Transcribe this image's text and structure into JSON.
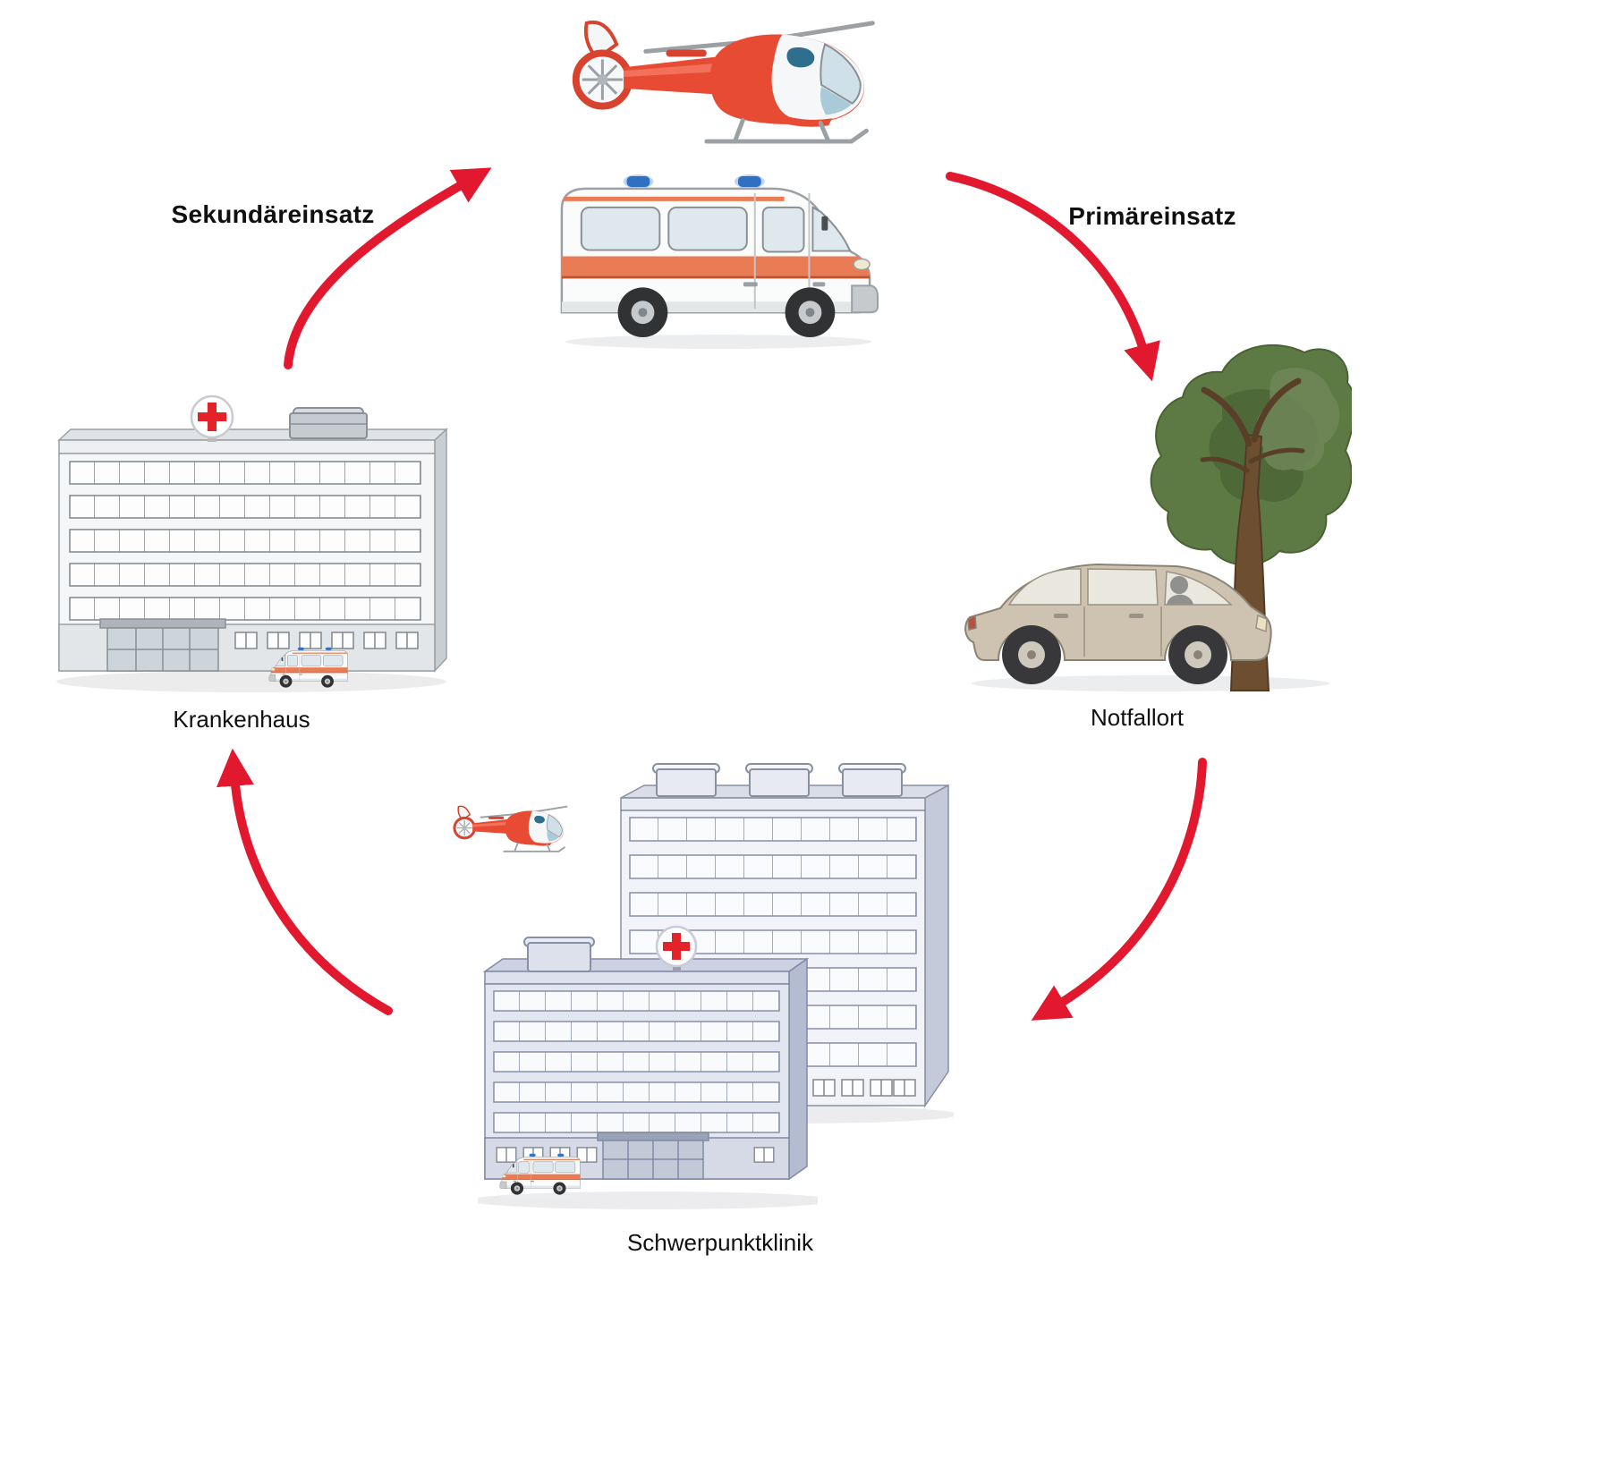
{
  "diagram": {
    "type": "cycle-diagram",
    "language": "de",
    "labels": {
      "secondary_mission": "Sekundäreinsatz",
      "primary_mission": "Primäreinsatz",
      "hospital": "Krankenhaus",
      "emergency_site": "Notfallort",
      "focus_clinic": "Schwerpunktklinik"
    },
    "nodes": [
      {
        "id": "rescue-vehicles",
        "icons": [
          "helicopter-icon",
          "ambulance-icon"
        ]
      },
      {
        "id": "emergency-site",
        "label_key": "emergency_site",
        "icons": [
          "car-crash-tree-icon"
        ]
      },
      {
        "id": "focus-clinic",
        "label_key": "focus_clinic",
        "icons": [
          "clinic-back-building-icon",
          "clinic-front-building-icon",
          "small-helicopter-icon",
          "small-ambulance-icon"
        ]
      },
      {
        "id": "hospital",
        "label_key": "hospital",
        "icons": [
          "hospital-building-icon",
          "small-ambulance-icon"
        ]
      }
    ],
    "edges": [
      {
        "from": "hospital",
        "to": "rescue-vehicles",
        "label_key": "secondary_mission"
      },
      {
        "from": "rescue-vehicles",
        "to": "emergency-site",
        "label_key": "primary_mission"
      },
      {
        "from": "emergency-site",
        "to": "focus-clinic"
      },
      {
        "from": "focus-clinic",
        "to": "hospital"
      }
    ],
    "colors": {
      "arrow_red": "#e2182f",
      "cross_red": "#e32229",
      "vehicle_red": "#e84b33",
      "ambulance_stripe": "#e97c55",
      "tree_green": "#5e7a44",
      "trunk_brown": "#6e4e30",
      "car_beige": "#cdc3b0",
      "background": "#ffffff"
    }
  }
}
